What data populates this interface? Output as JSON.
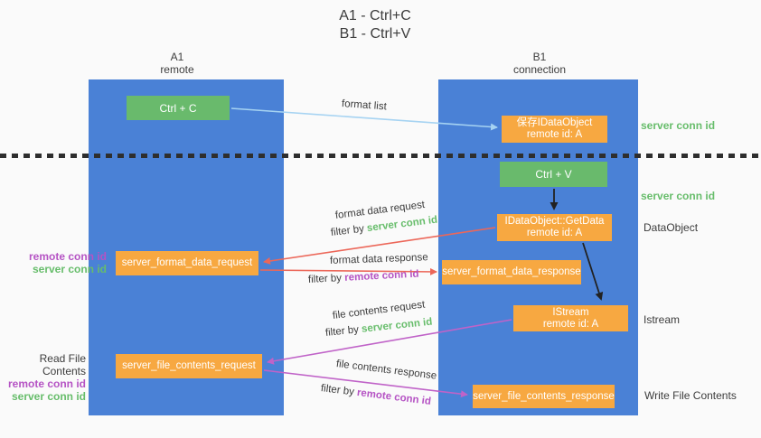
{
  "title": {
    "line1": "A1 - Ctrl+C",
    "line2": "B1 - Ctrl+V"
  },
  "lanes": {
    "a1": {
      "name": "A1",
      "role": "remote"
    },
    "b1": {
      "name": "B1",
      "role": "connection"
    }
  },
  "nodes": {
    "ctrl_c": "Ctrl + C",
    "ctrl_v": "Ctrl + V",
    "save_idataobject_line1": "保存IDataObject",
    "save_idataobject_line2": "remote id: A",
    "getdata_line1": "IDataObject::GetData",
    "getdata_line2": "remote id: A",
    "istream_line1": "IStream",
    "istream_line2": "remote id: A",
    "server_format_data_request": "server_format_data_request",
    "server_format_data_response": "server_format_data_response",
    "server_file_contents_request": "server_file_contents_request",
    "server_file_contents_response": "server_file_contents_response"
  },
  "arrow_labels": {
    "format_list": "format list",
    "format_data_request": "format data request",
    "format_data_response": "format data response",
    "file_contents_request": "file contents request",
    "file_contents_response": "file contents response"
  },
  "terms": {
    "filter_by": "filter by",
    "server_conn_id": "server conn id",
    "remote_conn_id": "remote conn id"
  },
  "side_labels": {
    "dataobject": "DataObject",
    "istream": "Istream",
    "read_file_contents": "Read File Contents",
    "write_file_contents": "Write File Contents"
  },
  "colors": {
    "column_blue": "#4a81d6",
    "box_green": "#69ba6c",
    "box_orange": "#f7a841",
    "arrow_red": "#ec6759",
    "arrow_magenta": "#c063c8",
    "arrow_lightblue": "#a6d3f2",
    "arrow_black": "#222222",
    "text_green": "#67bd6b",
    "text_purple": "#b553c4"
  }
}
